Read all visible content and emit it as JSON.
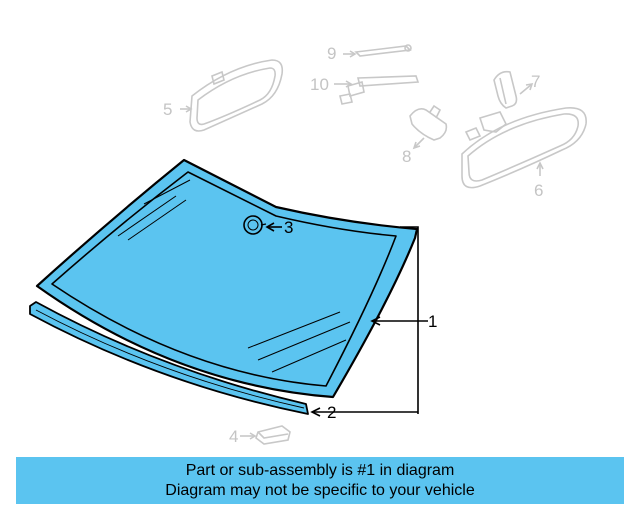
{
  "callouts": {
    "c1": "1",
    "c2": "2",
    "c3": "3",
    "c4": "4",
    "c5": "5",
    "c6": "6",
    "c7": "7",
    "c8": "8",
    "c9": "9",
    "c10": "10"
  },
  "banner": {
    "line1": "Part or sub-assembly is #1 in diagram",
    "line2": "Diagram may not be specific to your vehicle"
  },
  "colors": {
    "highlight": "#5bc4f0",
    "outline": "#000000",
    "faded": "#c4c4c4"
  }
}
